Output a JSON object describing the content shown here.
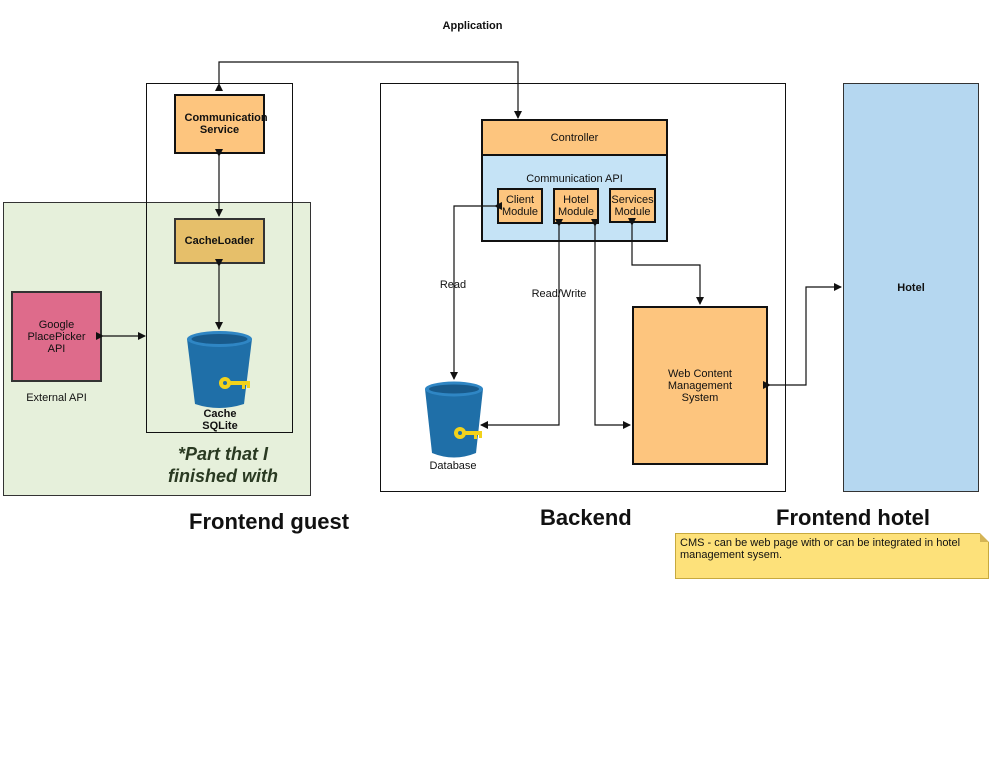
{
  "title": "Application",
  "sections": {
    "frontend_guest": "Frontend guest",
    "backend": "Backend",
    "frontend_hotel": "Frontend hotel"
  },
  "nodes": {
    "communication_service": "Communication Service",
    "cache_loader": "CacheLoader",
    "cache_sqlite": "Cache SQLite",
    "google_placepicker": "Google PlacePicker API",
    "external_api": "External API",
    "part_finished": "*Part that I finished with",
    "controller": "Controller",
    "communication_api": "Communication API",
    "client_module": "Client Module",
    "hotel_module": "Hotel Module",
    "services_module": "Services Module",
    "cms": "Web Content Management System",
    "database": "Database",
    "hotel": "Hotel"
  },
  "edge_labels": {
    "read": "Read",
    "read_write": "Read/Write"
  },
  "note": "CMS - can be web page with or can be integrated in hotel management sysem.",
  "colors": {
    "orange": "#fdc57e",
    "gold": "#e6bf6a",
    "pink": "#de6b8b",
    "light_blue": "#c5e3f6",
    "hotel_blue": "#b5d7f0",
    "green_area": "#e6f0db",
    "note_yellow": "#fde17a",
    "bucket_blue": "#1f6fa8",
    "key_yellow": "#f2d21b"
  },
  "icons": {
    "cache_bucket": "database-bucket-icon",
    "database_bucket": "database-bucket-icon"
  }
}
